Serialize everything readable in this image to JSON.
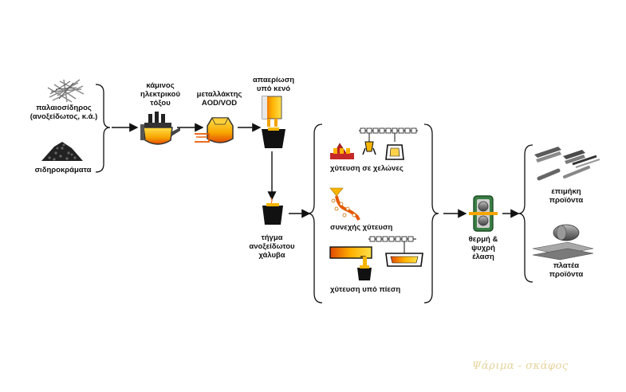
{
  "inputs": {
    "scrap_line1": "παλαιοσίδηρος",
    "scrap_line2": "(ανοξείδωτος, κ.ά.)",
    "ferroalloys": "σιδηροκράματα"
  },
  "furnace": {
    "line1": "κάμινος",
    "line2": "ηλεκτρικού",
    "line3": "τόξου"
  },
  "converter": {
    "line1": "μεταλλάκτης",
    "line2": "AOD/VOD"
  },
  "vacuum": {
    "line1": "απαερίωση",
    "line2": "υπό κενό"
  },
  "melt": {
    "line1": "τήγμα",
    "line2": "ανοξείδωτου",
    "line3": "χάλυβα"
  },
  "casting": {
    "ingot": "χύτευση σε χελώνες",
    "continuous": "συνεχής χύτευση",
    "pressure": "χύτευση υπό πίεση"
  },
  "rolling": {
    "line1": "θερμή &",
    "line2": "ψυχρή",
    "line3": "έλαση"
  },
  "products": {
    "long_line1": "επιμήκη",
    "long_line2": "προϊόντα",
    "flat_line1": "πλατέα",
    "flat_line2": "προϊόντα"
  },
  "watermark": "Ψάριμα - σκάφος",
  "colors": {
    "text": "#111111",
    "molten": "#f7b500",
    "molten_dark": "#e65a00",
    "steel": "#6e6e6e",
    "machine": "#1a1a1a",
    "roll_green": "#3a7d44"
  }
}
